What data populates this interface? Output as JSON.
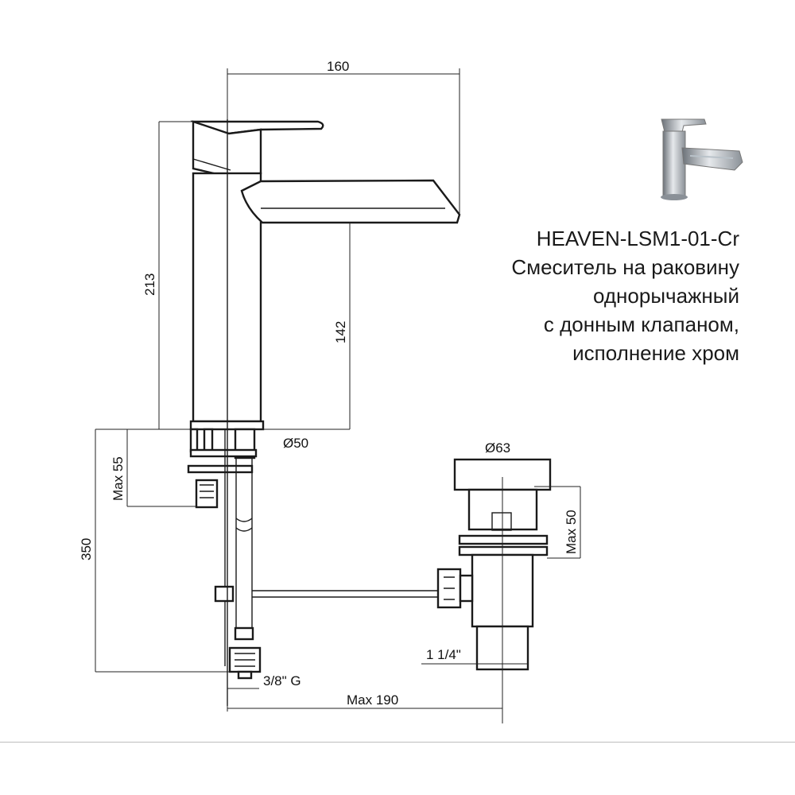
{
  "product": {
    "model": "HEAVEN-LSM1-01-Cr",
    "description_lines": [
      "Смеситель на раковину",
      "однорычажный",
      "с донным клапаном,",
      "исполнение хром"
    ]
  },
  "dimensions": {
    "overall_reach": "160",
    "overall_height": "213",
    "spout_height": "142",
    "base_diameter": "Ø50",
    "max_mount_thickness": "Max 55",
    "hose_length": "350",
    "valve_diameter": "Ø63",
    "valve_max_height": "Max 50",
    "drain_thread": "1 1/4\"",
    "hose_thread": "3/8\" G",
    "max_distance": "Max 190"
  },
  "colors": {
    "line": "#1a1a1a",
    "thumbnail_chrome": "#9aa0a6"
  }
}
